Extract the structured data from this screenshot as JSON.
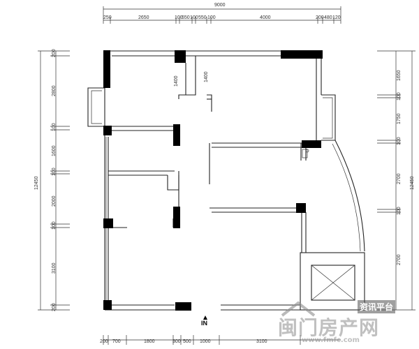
{
  "drawing": {
    "top_total": "9000",
    "top_segments": [
      "250",
      "2650",
      "100",
      "650",
      "100",
      "550",
      "100",
      "4000",
      "200",
      "480",
      "120"
    ],
    "bottom_segments": [
      "200",
      "700",
      "1800",
      "300",
      "500",
      "1000",
      "3100"
    ],
    "left_total": "12450",
    "left_segments": [
      "200",
      "2800",
      "100",
      "1600",
      "100",
      "2000",
      "100",
      "3100",
      "200"
    ],
    "right_total": "12450",
    "right_segments": [
      "1650",
      "100",
      "1750",
      "100",
      "2700",
      "100",
      "2700"
    ],
    "inner_labels": [
      "1400",
      "1400"
    ],
    "entrance_label": "IN"
  },
  "watermark": {
    "top_text": "资讯平台",
    "brand_text": "闽门房产网",
    "url_text": "www.fmfc.com"
  }
}
